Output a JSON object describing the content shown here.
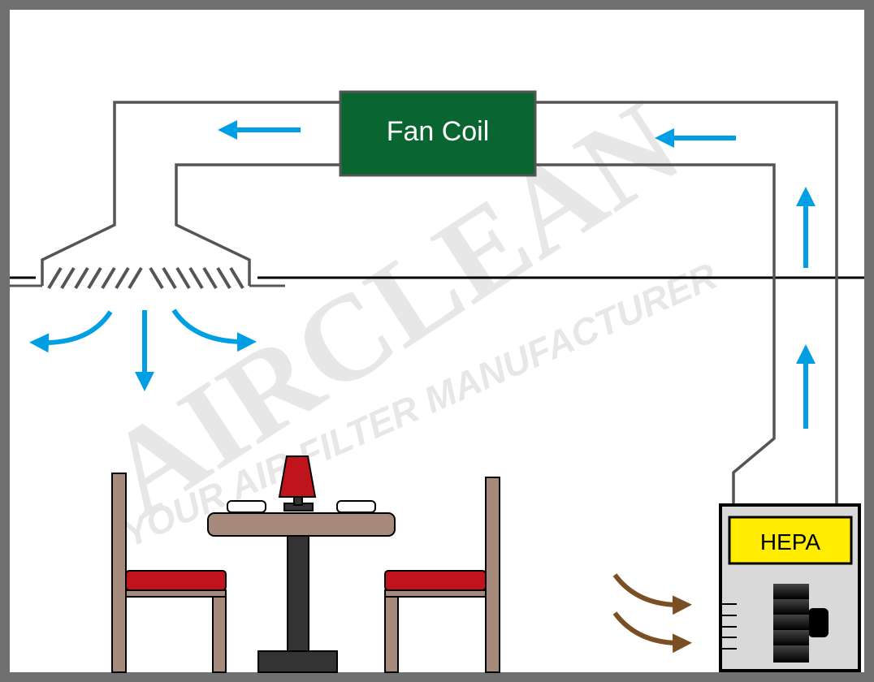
{
  "fan_coil": {
    "label": "Fan Coil",
    "fill": "#0a6630"
  },
  "hepa": {
    "label": "HEPA",
    "panel_fill": "#ffec00",
    "body_fill": "#d9d9d9"
  },
  "watermark": {
    "brand": "AIRCLEAN",
    "tagline": "YOUR AIR FILTER MANUFACTURER"
  },
  "colors": {
    "airflow_clean": "#009fe3",
    "airflow_intake": "#7b4f25",
    "duct": "#555555",
    "frame": "#707070",
    "table": "#a68b7c",
    "seat": "#c0141c"
  }
}
